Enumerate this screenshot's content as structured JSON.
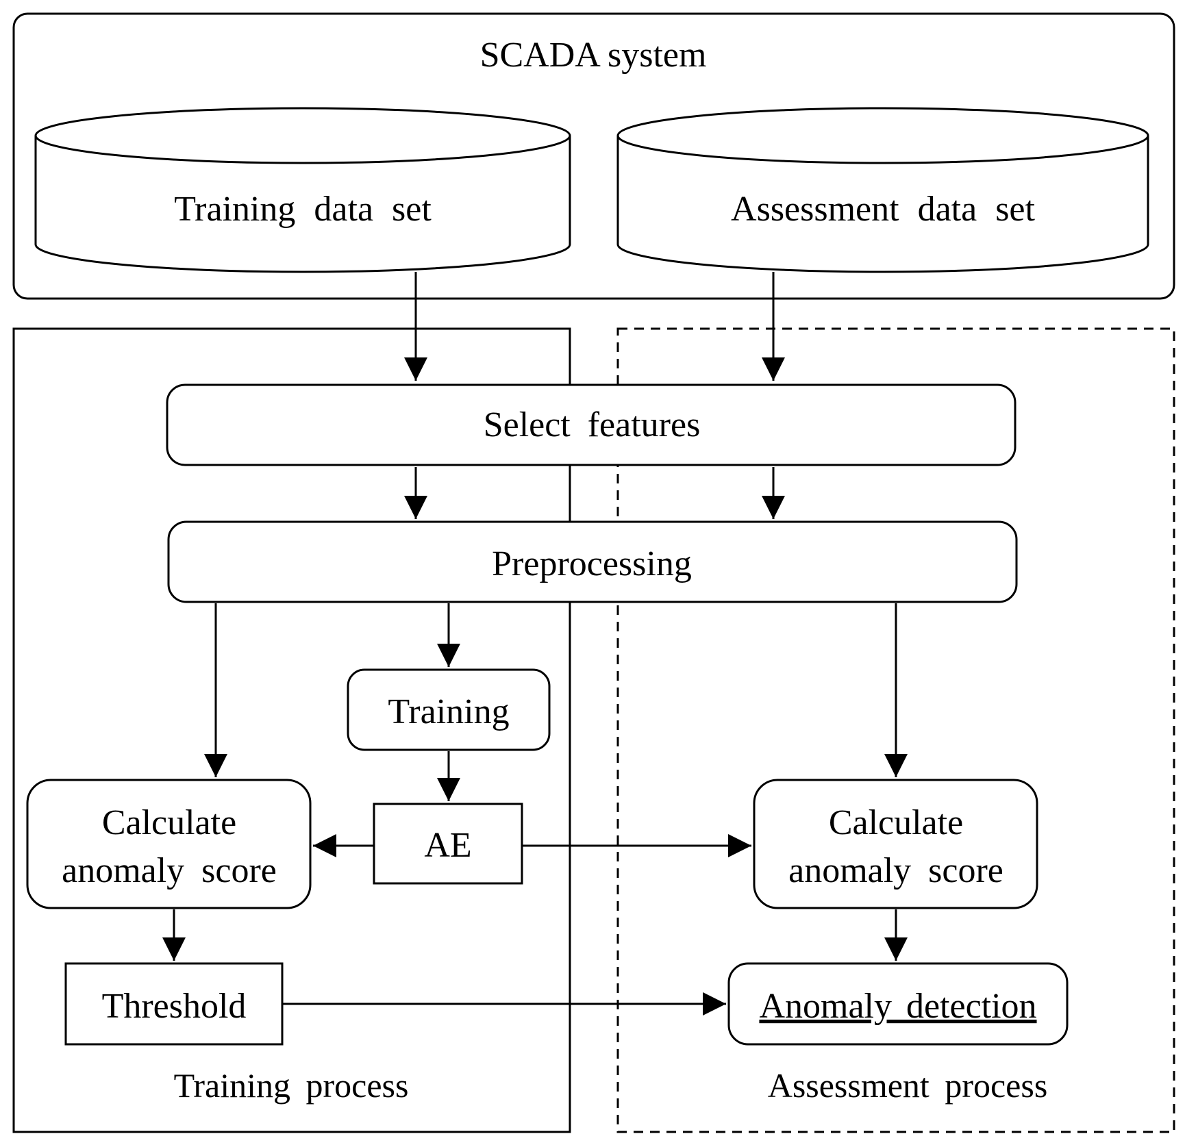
{
  "diagram": {
    "title": "SCADA system",
    "nodes": {
      "training_data_set": "Training data set",
      "assessment_data_set": "Assessment data set",
      "select_features": "Select features",
      "preprocessing": "Preprocessing",
      "training": "Training",
      "ae": "AE",
      "calc_score_left_line1": "Calculate",
      "calc_score_left_line2": "anomaly score",
      "calc_score_right_line1": "Calculate",
      "calc_score_right_line2": "anomaly score",
      "threshold": "Threshold",
      "anomaly_detection": "Anomaly detection"
    },
    "groups": {
      "training_process": "Training process",
      "assessment_process": "Assessment process"
    },
    "edges": [
      {
        "from": "training_data_set",
        "to": "select_features"
      },
      {
        "from": "assessment_data_set",
        "to": "select_features"
      },
      {
        "from": "select_features",
        "to": "preprocessing"
      },
      {
        "from": "select_features",
        "to": "preprocessing"
      },
      {
        "from": "preprocessing",
        "to": "calc_score_left"
      },
      {
        "from": "preprocessing",
        "to": "training"
      },
      {
        "from": "preprocessing",
        "to": "calc_score_right"
      },
      {
        "from": "training",
        "to": "ae"
      },
      {
        "from": "ae",
        "to": "calc_score_left"
      },
      {
        "from": "ae",
        "to": "calc_score_right"
      },
      {
        "from": "calc_score_left",
        "to": "threshold"
      },
      {
        "from": "calc_score_right",
        "to": "anomaly_detection"
      },
      {
        "from": "threshold",
        "to": "anomaly_detection"
      }
    ],
    "colors": {
      "stroke": "#000000",
      "background": "#ffffff"
    }
  }
}
